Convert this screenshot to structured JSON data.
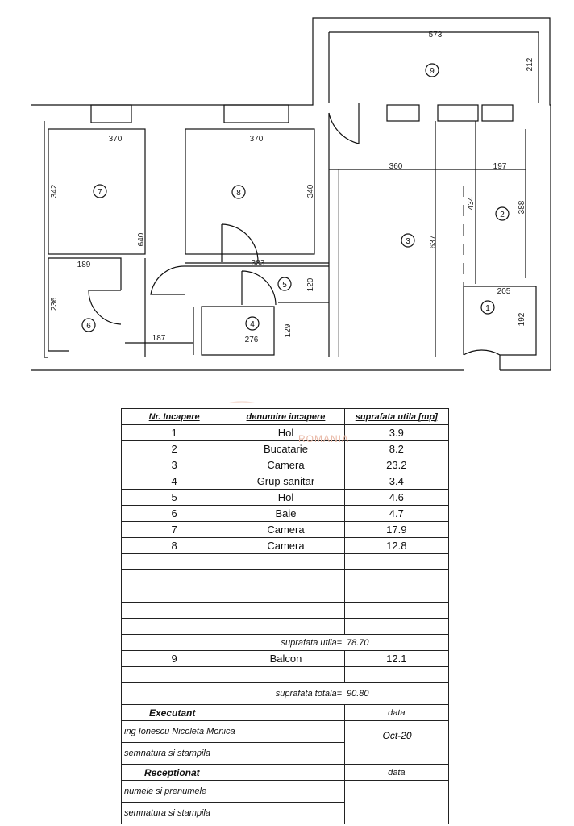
{
  "plan": {
    "room_labels": [
      "1",
      "2",
      "3",
      "4",
      "5",
      "6",
      "7",
      "8",
      "9"
    ],
    "dimensions": {
      "d573": "573",
      "d212": "212",
      "d370a": "370",
      "d370b": "370",
      "d360": "360",
      "d197": "197",
      "d342": "342",
      "d340": "340",
      "d640": "640",
      "d434": "434",
      "d388": "388",
      "d637": "637",
      "d189": "189",
      "d383": "383",
      "d120": "120",
      "d236": "236",
      "d205": "205",
      "d192": "192",
      "d187": "187",
      "d276": "276",
      "d129": "129"
    },
    "watermark": "ROMANIA"
  },
  "table": {
    "headers": [
      "Nr. Incapere",
      "denumire incapere",
      "suprafata utila [mp]"
    ],
    "rooms": [
      {
        "nr": "1",
        "name": "Hol",
        "area": "3.9"
      },
      {
        "nr": "2",
        "name": "Bucatarie",
        "area": "8.2"
      },
      {
        "nr": "3",
        "name": "Camera",
        "area": "23.2"
      },
      {
        "nr": "4",
        "name": "Grup sanitar",
        "area": "3.4"
      },
      {
        "nr": "5",
        "name": "Hol",
        "area": "4.6"
      },
      {
        "nr": "6",
        "name": "Baie",
        "area": "4.7"
      },
      {
        "nr": "7",
        "name": "Camera",
        "area": "17.9"
      },
      {
        "nr": "8",
        "name": "Camera",
        "area": "12.8"
      }
    ],
    "useful_label": "suprafata utila=",
    "useful_value": "78.70",
    "balcony": {
      "nr": "9",
      "name": "Balcon",
      "area": "12.1"
    },
    "total_label": "suprafata totala=",
    "total_value": "90.80",
    "executant_label": "Executant",
    "data_label": "data",
    "executant_name": "ing  Ionescu  Nicoleta  Monica",
    "signature_label": "semnatura si stampila",
    "date_value": "Oct-20",
    "receptionat_label": "Receptionat",
    "receptionat_data_label": "data",
    "name_label": "numele si prenumele",
    "signature_label_2": "semnatura si stampila"
  }
}
